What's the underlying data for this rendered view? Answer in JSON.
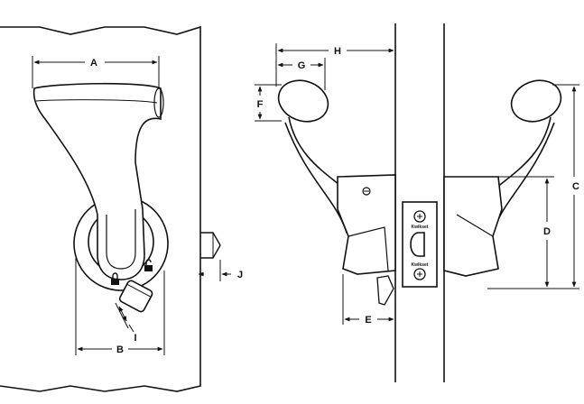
{
  "diagram": {
    "dimension_labels": {
      "a": "A",
      "b": "B",
      "c": "C",
      "d": "D",
      "e": "E",
      "f": "F",
      "g": "G",
      "h": "H",
      "i": "I",
      "j": "J"
    },
    "icons": {
      "locked": "lock-icon",
      "unlocked": "unlock-icon"
    },
    "strike_plate_stamps": [
      "Kwikset",
      "Kwikset"
    ],
    "line_color": "#111111",
    "background": "#ffffff"
  }
}
